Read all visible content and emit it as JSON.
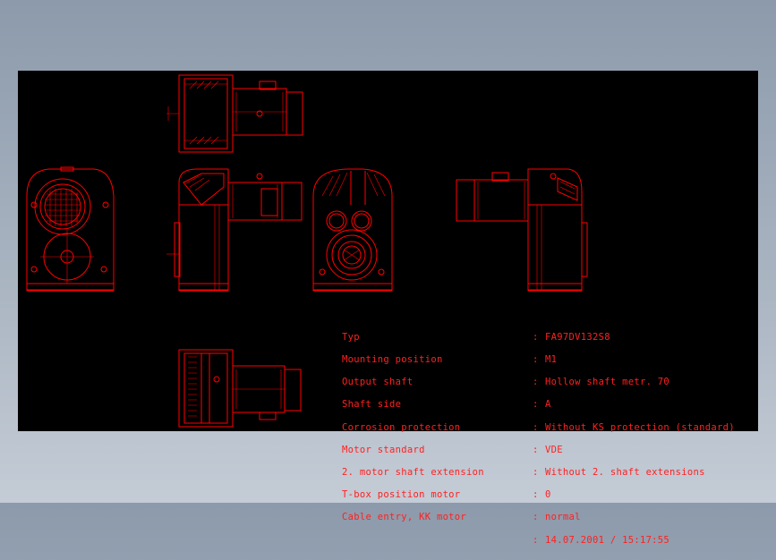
{
  "info_block": {
    "labels": [
      "Typ",
      "Mounting position",
      "Output shaft",
      "Shaft side",
      "Corrosion protection",
      "Motor standard",
      "2. motor shaft extension",
      "T-box position motor",
      "Cable entry, KK motor",
      ""
    ],
    "values": [
      "FA97DV132S8",
      "M1",
      "Hollow shaft metr. 70",
      "A",
      "Without KS protection (standard)",
      "VDE",
      "Without 2. shaft extensions",
      "0",
      "normal",
      "14.07.2001 / 15:17:55"
    ],
    "separator": ":"
  },
  "colors": {
    "background_top": "#8c9aab",
    "background_bottom": "#c4ccd6",
    "viewport": "#000000",
    "drawing_lines": "#ff0000"
  },
  "views": [
    "top-view",
    "end-view-motor-side",
    "front-view",
    "end-view-shaft-side",
    "rear-view",
    "bottom-view"
  ]
}
